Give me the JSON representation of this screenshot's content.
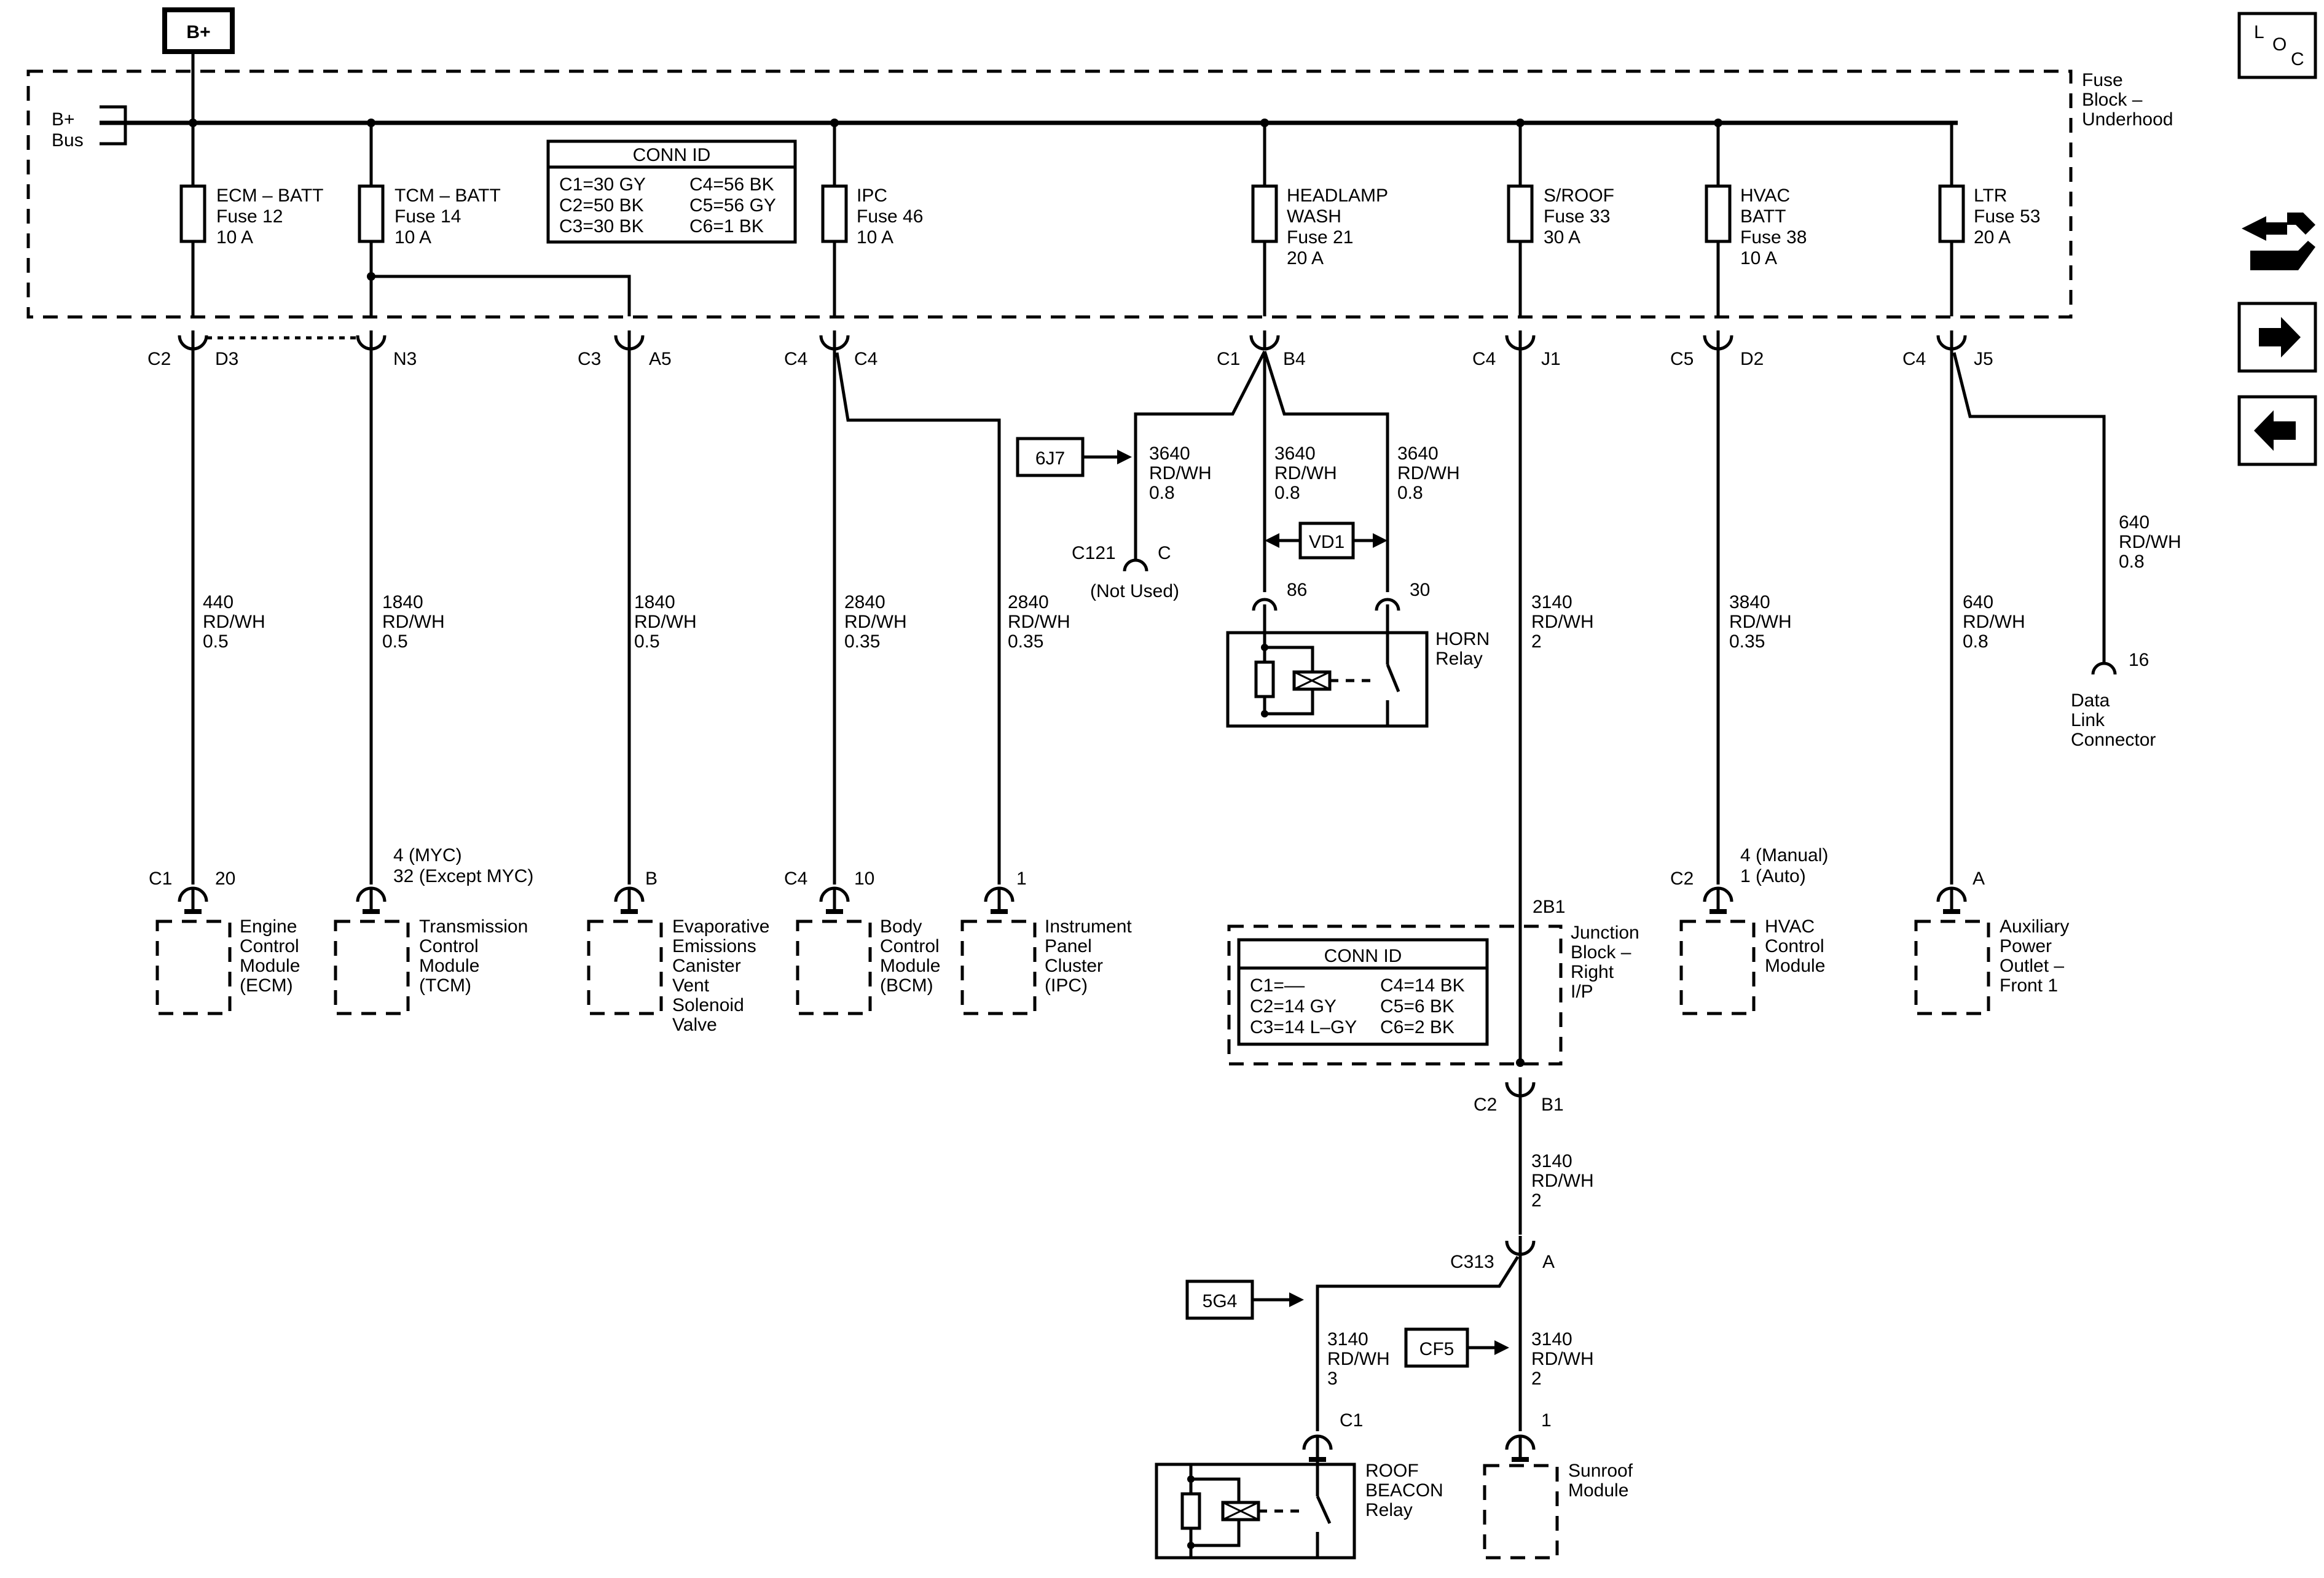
{
  "b_plus": "B+",
  "bus": {
    "line1": "B+",
    "line2": "Bus"
  },
  "fuse_block": {
    "line1": "Fuse",
    "line2": "Block –",
    "line3": "Underhood"
  },
  "conn_id_top": {
    "title": "CONN ID",
    "left": [
      "C1=30 GY",
      "C2=50 BK",
      "C3=30 BK"
    ],
    "right": [
      "C4=56 BK",
      "C5=56 GY",
      "C6=1 BK"
    ]
  },
  "fuses": [
    {
      "lines": [
        "ECM – BATT",
        "Fuse 12",
        "10 A"
      ]
    },
    {
      "lines": [
        "TCM – BATT",
        "Fuse 14",
        "10 A"
      ]
    },
    {
      "lines": [
        "IPC",
        "Fuse 46",
        "10 A"
      ]
    },
    {
      "lines": [
        "HEADLAMP",
        "WASH",
        "Fuse 21",
        "20 A"
      ]
    },
    {
      "lines": [
        "S/ROOF",
        "Fuse 33",
        "30 A"
      ]
    },
    {
      "lines": [
        "HVAC",
        "BATT",
        "Fuse 38",
        "10 A"
      ]
    },
    {
      "lines": [
        "LTR",
        "Fuse 53",
        "20 A"
      ]
    }
  ],
  "block_connectors": {
    "ecm": [
      "C2",
      "D3"
    ],
    "tcm": [
      "N3"
    ],
    "evap": [
      "C3",
      "A5"
    ],
    "ipc": [
      "C4",
      "C4"
    ],
    "headlamp": [
      "C1",
      "B4"
    ],
    "sroof": [
      "C4",
      "J1"
    ],
    "hvac": [
      "C5",
      "D2"
    ],
    "ltr": [
      "C4",
      "J5"
    ]
  },
  "wires": {
    "ecm": [
      "440",
      "RD/WH",
      "0.5"
    ],
    "tcm": [
      "1840",
      "RD/WH",
      "0.5"
    ],
    "evap": [
      "1840",
      "RD/WH",
      "0.5"
    ],
    "bcm": [
      "2840",
      "RD/WH",
      "0.35"
    ],
    "ipc": [
      "2840",
      "RD/WH",
      "0.35"
    ],
    "c121": [
      "3640",
      "RD/WH",
      "0.8"
    ],
    "horn86": [
      "3640",
      "RD/WH",
      "0.8"
    ],
    "horn30": [
      "3640",
      "RD/WH",
      "0.8"
    ],
    "sroof": [
      "3140",
      "RD/WH",
      "2"
    ],
    "hvac": [
      "3840",
      "RD/WH",
      "0.35"
    ],
    "apo": [
      "640",
      "RD/WH",
      "0.8"
    ],
    "dlc": [
      "640",
      "RD/WH",
      "0.8"
    ],
    "jb_out": [
      "3140",
      "RD/WH",
      "2"
    ],
    "beacon": [
      "3140",
      "RD/WH",
      "3"
    ],
    "sunroof": [
      "3140",
      "RD/WH",
      "2"
    ]
  },
  "refs": {
    "j7": "6J7",
    "vd1": "VD1",
    "g4": "5G4",
    "cf5": "CF5"
  },
  "c121": {
    "name": "C121",
    "pin": "C",
    "note": "(Not Used)"
  },
  "horn": {
    "pin86": "86",
    "pin30": "30",
    "label1": "HORN",
    "label2": "Relay"
  },
  "dlc": {
    "pin": "16",
    "label": [
      "Data",
      "Link",
      "Connector"
    ]
  },
  "components": {
    "ecm": {
      "conn": "C1",
      "pin": "20",
      "label": [
        "Engine",
        "Control",
        "Module",
        "(ECM)"
      ]
    },
    "tcm": {
      "pin": [
        "4 (MYC)",
        "32 (Except MYC)"
      ],
      "label": [
        "Transmission",
        "Control",
        "Module",
        "(TCM)"
      ]
    },
    "evap": {
      "pin": "B",
      "label": [
        "Evaporative",
        "Emissions",
        "Canister",
        "Vent",
        "Solenoid",
        "Valve"
      ]
    },
    "bcm": {
      "conn": "C4",
      "pin": "10",
      "label": [
        "Body",
        "Control",
        "Module",
        "(BCM)"
      ]
    },
    "ipc": {
      "pin": "1",
      "label": [
        "Instrument",
        "Panel",
        "Cluster",
        "(IPC)"
      ]
    },
    "hvac": {
      "conn": "C2",
      "pin": [
        "4 (Manual)",
        "1 (Auto)"
      ],
      "label": [
        "HVAC",
        "Control",
        "Module"
      ]
    },
    "apo": {
      "pin": "A",
      "label": [
        "Auxiliary",
        "Power",
        "Outlet –",
        "Front 1"
      ]
    }
  },
  "junction_block": {
    "pin_in": "2B1",
    "label": [
      "Junction",
      "Block –",
      "Right",
      "I/P"
    ],
    "conn_title": "CONN ID",
    "left": [
      "C1=––",
      "C2=14 GY",
      "C3=14 L–GY"
    ],
    "right": [
      "C4=14 BK",
      "C5=6 BK",
      "C6=2 BK"
    ],
    "out_conn": [
      "C2",
      "B1"
    ]
  },
  "c313": {
    "name": "C313",
    "pin": "A"
  },
  "beacon": {
    "conn": "C1",
    "label": [
      "ROOF",
      "BEACON",
      "Relay"
    ]
  },
  "sunroof": {
    "pin": "1",
    "label": [
      "Sunroof",
      "Module"
    ]
  },
  "nav": {
    "loc": [
      "L",
      "O",
      "C"
    ]
  }
}
